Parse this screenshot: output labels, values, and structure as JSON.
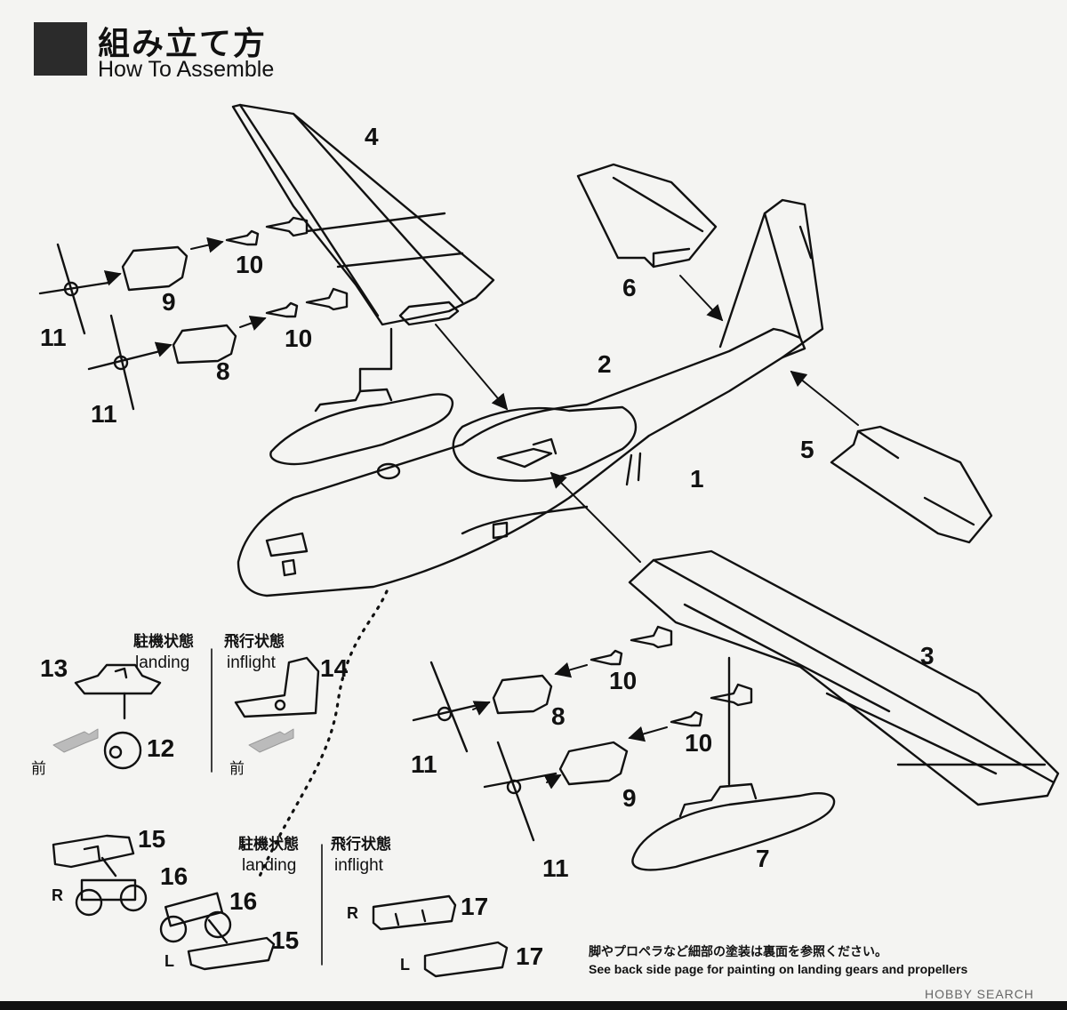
{
  "header": {
    "title_jp": "組み立て方",
    "title_en": "How To Assemble"
  },
  "parts": {
    "p1": "1",
    "p2": "2",
    "p3": "3",
    "p4": "4",
    "p5": "5",
    "p6": "6",
    "p7": "7",
    "p8a": "8",
    "p8b": "8",
    "p9a": "9",
    "p9b": "9",
    "p10a": "10",
    "p10b": "10",
    "p10c": "10",
    "p10d": "10",
    "p11a": "11",
    "p11b": "11",
    "p11c": "11",
    "p11d": "11",
    "p12": "12",
    "p13": "13",
    "p14": "14",
    "p15a": "15",
    "p15b": "15",
    "p16a": "16",
    "p16b": "16",
    "p17a": "17",
    "p17b": "17"
  },
  "gear_options": {
    "landing_jp": "駐機状態",
    "landing_en": "landing",
    "inflight_jp": "飛行状態",
    "inflight_en": "inflight",
    "forward": "前",
    "right": "R",
    "left": "L"
  },
  "notes": {
    "jp": "脚やプロペラなど細部の塗装は裏面を参照ください。",
    "en": "See back side page for painting on landing gears and propellers"
  },
  "watermark": "HOBBY SEARCH"
}
